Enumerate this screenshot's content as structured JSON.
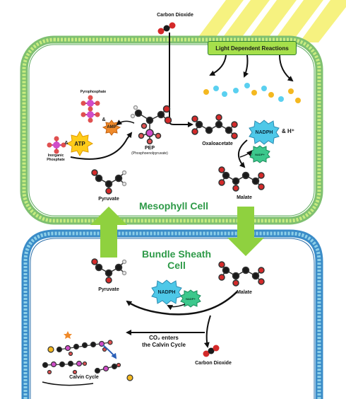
{
  "labels": {
    "carbon_dioxide_top": "Carbon Dioxide",
    "light_dependent_reactions": "Light Dependent Reactions",
    "pyrophosphate": "Pyrophosphate",
    "amp": "AMP",
    "atp": "ATP",
    "inorganic_phosphate": "Inorganic Phosphate",
    "pep": "PEP",
    "pep_full": "(Phosphoenolpyruvate)",
    "oxaloacetate": "Oxaloacetate",
    "nadph_top": "NADPH",
    "h_plus": "& H⁺",
    "nadp_top": "NADP+",
    "pyruvate_top": "Pyruvate",
    "malate_top": "Malate",
    "mesophyll_cell": "Mesophyll Cell",
    "bundle_sheath_cell_line1": "Bundle Sheath",
    "bundle_sheath_cell_line2": "Cell",
    "pyruvate_bottom": "Pyruvate",
    "malate_bottom": "Malate",
    "nadph_bottom": "NADPH",
    "nadp_bottom": "NADP+",
    "co2_enters_line1": "CO₂ enters",
    "co2_enters_line2": "the Calvin Cycle",
    "carbon_dioxide_bottom": "Carbon Dioxide",
    "calvin_cycle": "Calvin Cycle",
    "ampersand": "&"
  },
  "colors": {
    "membrane_outer": "#88c8b8",
    "mesophyll_membrane": "#a8d860",
    "bundle_membrane": "#2e86c8",
    "big_arrow": "#8fd13f",
    "cell_label": "#2e9a48",
    "atp_badge": "#ffcc1a",
    "nadph_badge": "#4ec8e8",
    "nadp_badge": "#3cc88c",
    "oxygen": "#d42a2a",
    "carbon": "#1a1a1a",
    "phosphate": "#d04cc8",
    "light_yellow": "#f4f06a"
  }
}
